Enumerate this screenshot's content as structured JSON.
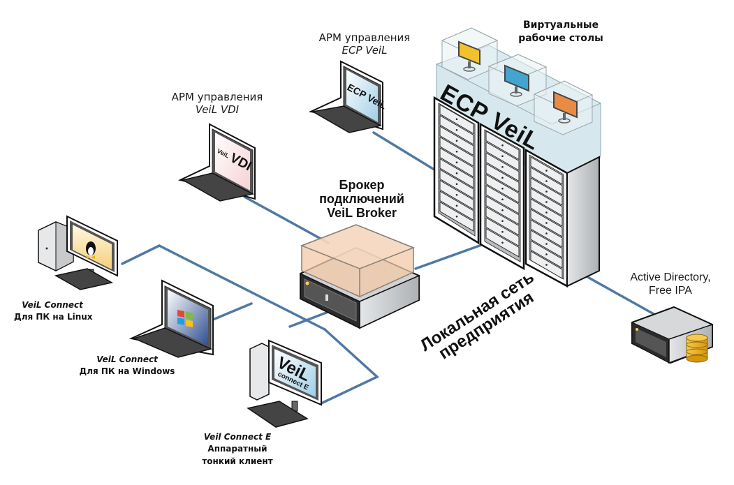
{
  "diagram": {
    "colors": {
      "network_line": "#4f79a3",
      "broker_box": "#f3c9a8",
      "vm_yellow": "#f2c12e",
      "vm_blue": "#43a4cf",
      "vm_orange": "#e98a45",
      "server_gray": "#c9cbcd",
      "glass_top": "#c8e0e8",
      "db_gold": "#f2b21b"
    },
    "nodes": {
      "arm_ecp": {
        "line1": "АРМ управления",
        "line2": "ECP VeiL",
        "screen_text": "ECP VeiL"
      },
      "arm_vdi": {
        "line1": "АРМ управления",
        "line2": "VeiL VDI",
        "screen_text_small": "VeiL",
        "screen_text_big": "VDI"
      },
      "virtual_desktops": {
        "line1": "Виртуальные",
        "line2": "рабочие столы"
      },
      "ecp_cluster": {
        "brand": "ECP VeiL"
      },
      "broker": {
        "line1": "Брокер",
        "line2": "подключений",
        "line3": "VeiL Broker"
      },
      "directory": {
        "line1": "Active Directory,",
        "line2": "Free IPA"
      },
      "linux_client": {
        "line1": "VeiL Connect",
        "line2": "Для ПК на Linux"
      },
      "windows_client": {
        "line1": "VeiL Connect",
        "line2": "Для ПК на Windows"
      },
      "thin_client": {
        "line1": "Veil Connect E",
        "line2": "Аппаратный",
        "line3": "тонкий клиент",
        "screen_big": "VeiL",
        "screen_small": "connect E"
      }
    },
    "network": {
      "line1": "Локальная сеть",
      "line2": "предприятия"
    }
  }
}
